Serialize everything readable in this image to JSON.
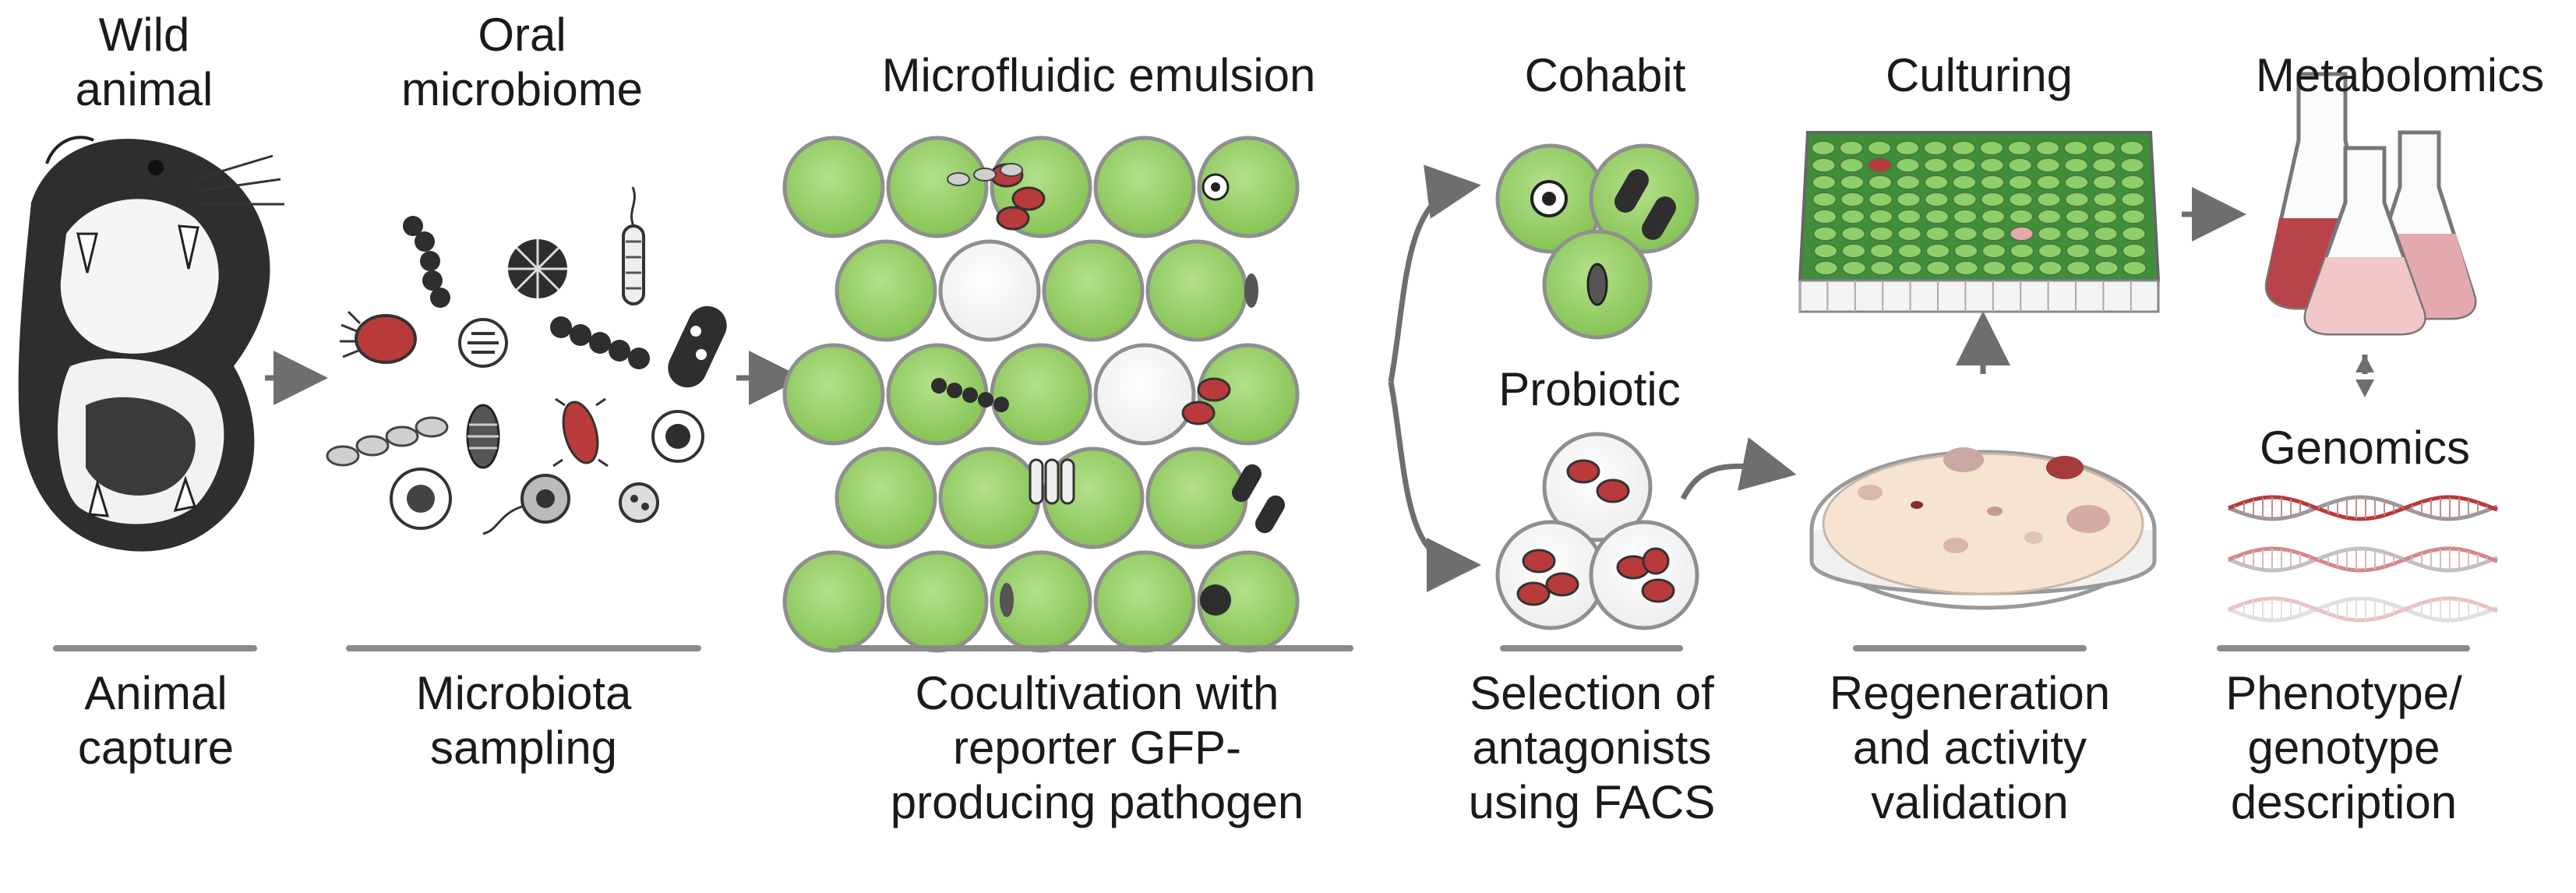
{
  "top_labels": {
    "wild_animal": [
      "Wild",
      "animal"
    ],
    "oral_microbiome": [
      "Oral",
      "microbiome"
    ],
    "emulsion": [
      "Microfluidic emulsion"
    ],
    "cohabit": [
      "Cohabit"
    ],
    "probiotic": [
      "Probiotic"
    ],
    "culturing": [
      "Culturing"
    ],
    "metabolomics": [
      "Metabolomics"
    ],
    "genomics": [
      "Genomics"
    ]
  },
  "bottom_labels": {
    "animal_capture": [
      "Animal",
      "capture"
    ],
    "microbiota_sampling": [
      "Microbiota",
      "sampling"
    ],
    "cocultivation": [
      "Cocultivation with",
      "reporter GFP-",
      "producing pathogen"
    ],
    "selection": [
      "Selection of",
      "antagonists",
      "using FACS"
    ],
    "regeneration": [
      "Regeneration",
      "and activity",
      "validation"
    ],
    "phenotype": [
      "Phenotype/",
      "genotype",
      "description"
    ]
  },
  "colors": {
    "droplet_green": "#9bd36a",
    "droplet_rim": "#8f8f8f",
    "pathogen_red": "#b83a3a",
    "arrow_gray": "#6e6e6e",
    "agar": "#f6e3d2",
    "flask_red": "#b8434a"
  }
}
